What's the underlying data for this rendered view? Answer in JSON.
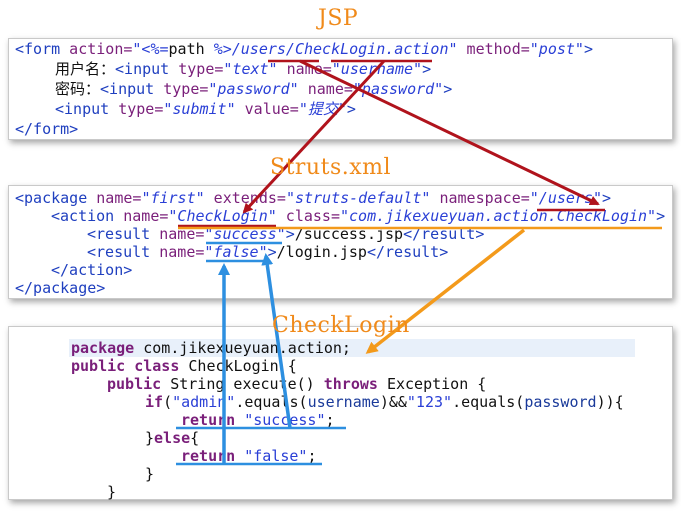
{
  "titles": {
    "jsp": "JSP",
    "struts": "Struts.xml",
    "checklogin": "CheckLogin"
  },
  "jsp": {
    "l1": {
      "open": "<form",
      "action_attr": " action=",
      "action_pre": "\"<%=",
      "action_path": "path ",
      "action_close": "%>",
      "action_uri": "/users/CheckLogin.action\"",
      "method_attr": " method=",
      "method_val": "\"post\"",
      "end": ">"
    },
    "l2": {
      "label": "用户名：",
      "open": "<input",
      "type_attr": " type=",
      "type_val": "\"text\"",
      "name_attr": " name=",
      "name_val": "\"username\"",
      "end": ">"
    },
    "l3": {
      "label": "密码：",
      "open": "<input",
      "type_attr": " type=",
      "type_val": "\"password\"",
      "name_attr": " name=",
      "name_val": "\"password\"",
      "end": ">"
    },
    "l4": {
      "open": "<input",
      "type_attr": " type=",
      "type_val": "\"submit\"",
      "value_attr": " value=",
      "value_val": "\"提交\"",
      "end": ">"
    },
    "l5": "</form>"
  },
  "struts": {
    "l1": {
      "open": "<package",
      "name_attr": " name=",
      "name_val": "\"first\"",
      "ext_attr": " extends=",
      "ext_val": "\"struts-default\"",
      "ns_attr": " namespace=",
      "ns_val": "\"/users\"",
      "end": ">"
    },
    "l2": {
      "open": "<action",
      "name_attr": " name=",
      "name_val": "\"CheckLogin\"",
      "class_attr": " class=",
      "class_val": "\"com.jikexueyuan.action.CheckLogin\"",
      "end": ">"
    },
    "l3": {
      "open": "<result",
      "name_attr": " name=",
      "name_val": "\"success\"",
      "gt": ">",
      "text": "/success.jsp",
      "close": "</result>"
    },
    "l4": {
      "open": "<result",
      "name_attr": " name=",
      "name_val": "\"false\"",
      "gt": ">",
      "text": "/login.jsp",
      "close": "</result>"
    },
    "l5": "</action>",
    "l6": "</package>"
  },
  "java": {
    "l1": {
      "kw": "package",
      "rest": " com.jikexueyuan.action;"
    },
    "l2": {
      "kw1": "public",
      "kw2": " class",
      "rest": " CheckLogin {"
    },
    "l3": {
      "kw1": "public",
      "rest1": " String execute() ",
      "kw2": "throws",
      "rest2": " Exception {"
    },
    "l4": {
      "kw": "if",
      "p1": "(",
      "s1": "\"admin\"",
      "p2": ".equals(",
      "v1": "username",
      "p3": ")&&",
      "s2": "\"123\"",
      "p4": ".equals(",
      "v2": "password",
      "p5": ")){"
    },
    "l5": {
      "kw": "return",
      "str": " \"success\"",
      "end": ";"
    },
    "l6": {
      "open": "}",
      "kw": "else",
      "end": "{"
    },
    "l7": {
      "kw": "return",
      "str": " \"false\"",
      "end": ";"
    },
    "l8": "}",
    "l9": "}"
  },
  "colors": {
    "arrow_red": "#b0131c",
    "arrow_orange": "#f39a1b",
    "arrow_blue": "#2d8fe0",
    "title_orange": "#f08a1a"
  }
}
